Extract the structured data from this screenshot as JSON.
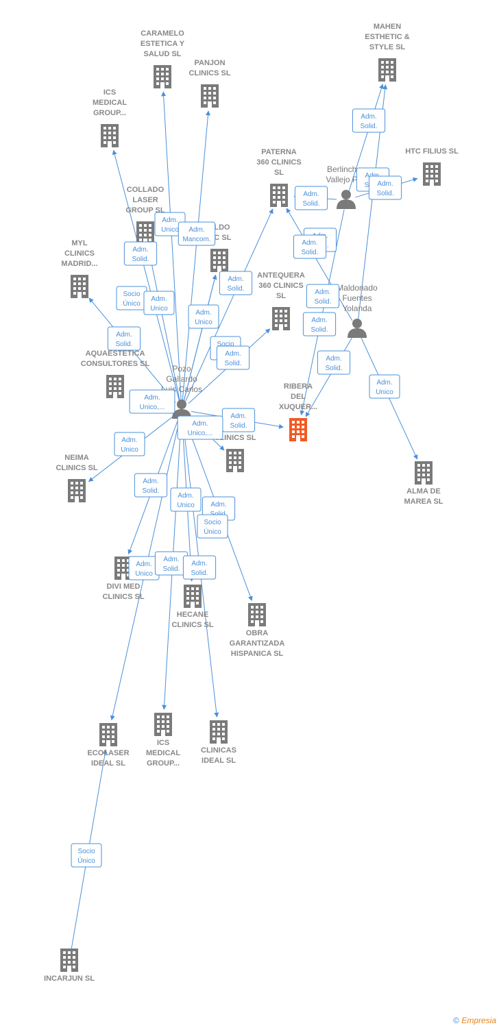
{
  "colors": {
    "building": "#7a7a7a",
    "focus_building": "#f15a24",
    "person": "#7a7a7a",
    "edge": "#4a90d9"
  },
  "nodes": [
    {
      "id": "caramelo",
      "type": "company",
      "lines": [
        "CARAMELO",
        "ESTETICA Y",
        "SALUD  SL"
      ]
    },
    {
      "id": "panjon",
      "type": "company",
      "lines": [
        "PANJON",
        "CLINICS  SL"
      ]
    },
    {
      "id": "mahen",
      "type": "company",
      "lines": [
        "MAHEN",
        "ESTHETIC &",
        "STYLE  SL"
      ]
    },
    {
      "id": "ics1",
      "type": "company",
      "lines": [
        "ICS",
        "MEDICAL",
        "GROUP..."
      ]
    },
    {
      "id": "paterna",
      "type": "company",
      "lines": [
        "PATERNA",
        "360 CLINICS",
        "SL"
      ]
    },
    {
      "id": "htc",
      "type": "company",
      "lines": [
        "HTC FILIUS  SL"
      ]
    },
    {
      "id": "collado",
      "type": "company",
      "lines": [
        "COLLADO",
        "LASER",
        "GROUP  SL"
      ]
    },
    {
      "id": "aldo",
      "type": "company",
      "lines": [
        "ALDO",
        "TIC  SL"
      ]
    },
    {
      "id": "myl",
      "type": "company",
      "lines": [
        "MYL",
        "CLINICS",
        "MADRID..."
      ]
    },
    {
      "id": "antequera",
      "type": "company",
      "lines": [
        "ANTEQUERA",
        "360 CLINICS",
        "SL"
      ]
    },
    {
      "id": "aqua",
      "type": "company",
      "lines": [
        "AQUAESTETICA",
        "CONSULTORES SL"
      ]
    },
    {
      "id": "ribera",
      "type": "focus",
      "lines": [
        "RIBERA",
        "DEL",
        "XUQUER..."
      ]
    },
    {
      "id": "clinics",
      "type": "company",
      "lines": [
        "CLINICS  SL"
      ]
    },
    {
      "id": "alma",
      "type": "company",
      "lines": [
        "ALMA DE",
        "MAREA  SL"
      ]
    },
    {
      "id": "neima",
      "type": "company",
      "lines": [
        "NEIMA",
        "CLINICS  SL"
      ]
    },
    {
      "id": "divi",
      "type": "company",
      "lines": [
        "DIVI MED",
        "CLINICS  SL"
      ]
    },
    {
      "id": "hecane",
      "type": "company",
      "lines": [
        "HECANE",
        "CLINICS  SL"
      ]
    },
    {
      "id": "obra",
      "type": "company",
      "lines": [
        "OBRA",
        "GARANTIZADA",
        "HISPANICA  SL"
      ]
    },
    {
      "id": "ecolaser",
      "type": "company",
      "lines": [
        "ECOLASER",
        "IDEAL  SL"
      ]
    },
    {
      "id": "ics2",
      "type": "company",
      "lines": [
        "ICS",
        "MEDICAL",
        "GROUP..."
      ]
    },
    {
      "id": "clinicas",
      "type": "company",
      "lines": [
        "CLINICAS",
        "IDEAL  SL"
      ]
    },
    {
      "id": "incarjun",
      "type": "company",
      "lines": [
        "INCARJUN  SL"
      ]
    },
    {
      "id": "pozo",
      "type": "person",
      "lines": [
        "Pozo",
        "Gallardo",
        "Luis Carlos"
      ]
    },
    {
      "id": "berlinches",
      "type": "person",
      "lines": [
        "Berlinches",
        "Vallejo Pi..."
      ]
    },
    {
      "id": "maldonado",
      "type": "person",
      "lines": [
        "Maldonado",
        "Fuentes",
        "Yolanda"
      ]
    }
  ],
  "relations": [
    {
      "id": "r1",
      "lines": [
        "Adm.",
        "Solid."
      ]
    },
    {
      "id": "r2",
      "lines": [
        "Adm.",
        "Solid."
      ]
    },
    {
      "id": "r3",
      "lines": [
        "Adm.",
        "Solid."
      ]
    },
    {
      "id": "r4",
      "lines": [
        "Adm.",
        "Unico"
      ]
    },
    {
      "id": "r5",
      "lines": [
        "Adm.",
        "Solid."
      ]
    },
    {
      "id": "r6",
      "lines": [
        "Adm.",
        "Mancom."
      ]
    },
    {
      "id": "r7",
      "lines": [
        "Adm.",
        "Solid."
      ]
    },
    {
      "id": "r8",
      "lines": [
        "Adm.",
        "Solid."
      ]
    },
    {
      "id": "r9",
      "lines": [
        "Adm.",
        "Solid."
      ]
    },
    {
      "id": "r10",
      "lines": [
        "Adm.",
        "Solid."
      ]
    },
    {
      "id": "r11",
      "lines": [
        "Socio",
        "Único"
      ]
    },
    {
      "id": "r12",
      "lines": [
        "Adm.",
        "Unico"
      ]
    },
    {
      "id": "r13",
      "lines": [
        "Adm.",
        "Unico"
      ]
    },
    {
      "id": "r14",
      "lines": [
        "Adm.",
        "Solid."
      ]
    },
    {
      "id": "r15",
      "lines": [
        "Adm.",
        "Solid."
      ]
    },
    {
      "id": "r16",
      "lines": [
        "Adm.",
        "Solid."
      ]
    },
    {
      "id": "r17",
      "lines": [
        "Socio",
        "Único"
      ]
    },
    {
      "id": "r18",
      "lines": [
        "Adm.",
        "Solid."
      ]
    },
    {
      "id": "r19",
      "lines": [
        "Adm.",
        "Solid."
      ]
    },
    {
      "id": "r20",
      "lines": [
        "Adm.",
        "Unico,..."
      ]
    },
    {
      "id": "r21",
      "lines": [
        "Adm.",
        "Solid."
      ]
    },
    {
      "id": "r22",
      "lines": [
        "Adm.",
        "Unico,..."
      ]
    },
    {
      "id": "r23",
      "lines": [
        "Adm.",
        "Unico"
      ]
    },
    {
      "id": "r24",
      "lines": [
        "Adm.",
        "Unico"
      ]
    },
    {
      "id": "r25",
      "lines": [
        "Adm.",
        "Solid."
      ]
    },
    {
      "id": "r26",
      "lines": [
        "Adm.",
        "Unico"
      ]
    },
    {
      "id": "r27",
      "lines": [
        "Adm.",
        "Solid."
      ]
    },
    {
      "id": "r28",
      "lines": [
        "Socio",
        "Único"
      ]
    },
    {
      "id": "r29",
      "lines": [
        "Adm.",
        "Unico"
      ]
    },
    {
      "id": "r30",
      "lines": [
        "Adm.",
        "Solid."
      ]
    },
    {
      "id": "r31",
      "lines": [
        "Adm.",
        "Solid."
      ]
    },
    {
      "id": "r32",
      "lines": [
        "Socio",
        "Único"
      ]
    }
  ],
  "footer": {
    "copyright": "©",
    "brand": "Empresia"
  }
}
